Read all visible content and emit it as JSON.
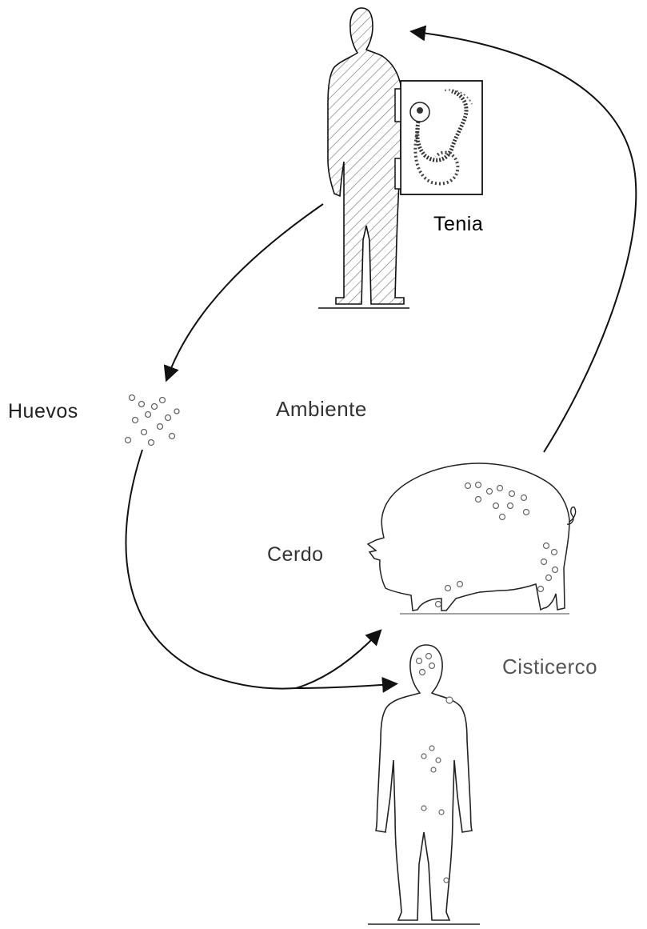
{
  "labels": {
    "tenia": "Tenia",
    "huevos": "Huevos",
    "ambiente": "Ambiente",
    "cerdo": "Cerdo",
    "cisticerco": "Cisticerco"
  },
  "colors": {
    "ink": "#111111",
    "background": "#ffffff"
  }
}
